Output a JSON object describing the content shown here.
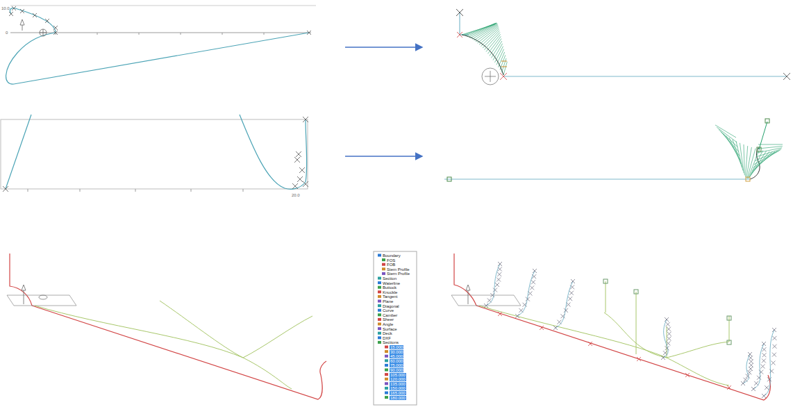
{
  "diagram": {
    "labels": [
      "10.0",
      "0",
      "20.0",
      "Boundary",
      "FOS",
      "FOB",
      "Stem Profile",
      "Stern Profile",
      "Section",
      "Waterline",
      "Buttock",
      "Knuckle",
      "Tangent",
      "Plane",
      "Diagonal",
      "Curve",
      "Camber",
      "Sheer",
      "Angle",
      "Surface",
      "Deck",
      "DXF",
      "Sections",
      "15.000",
      "30.000",
      "45.000",
      "60.000",
      "75.000",
      "90.000",
      "105.000",
      "120.000",
      "135.000",
      "150.000",
      "165.000",
      "180.000"
    ]
  }
}
